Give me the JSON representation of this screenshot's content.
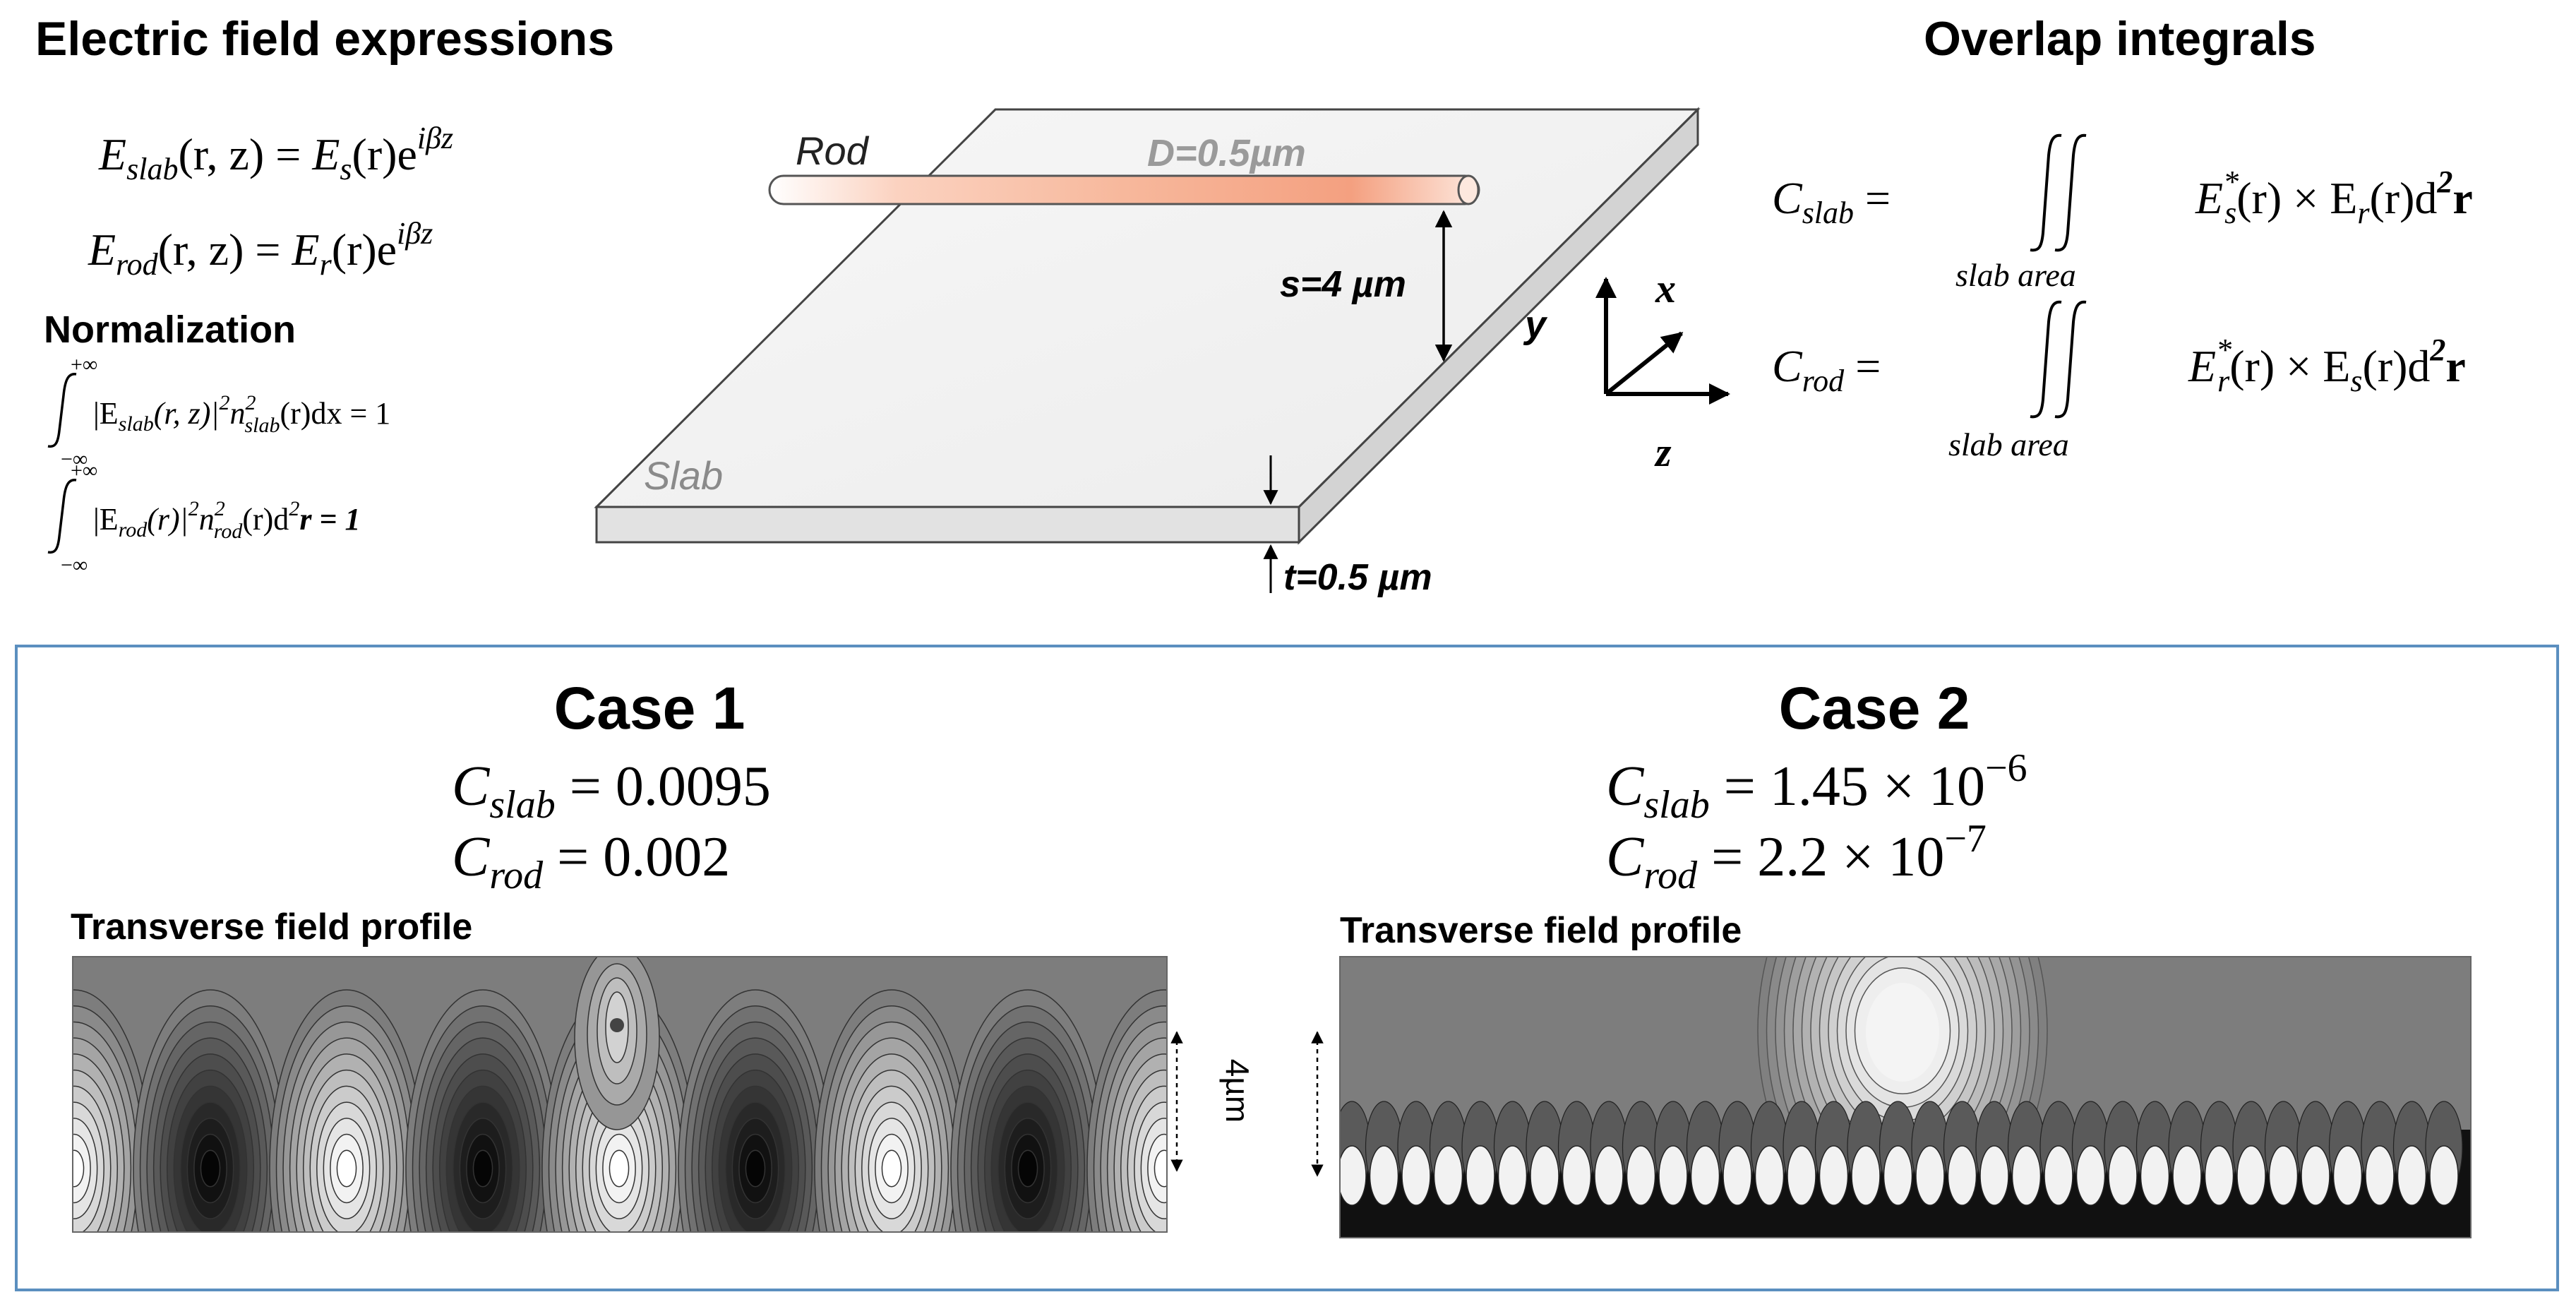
{
  "top_left": {
    "heading": "Electric field expressions",
    "eq_slab": {
      "E": "E",
      "sub": "slab",
      "args": "(r, z) = ",
      "Es": "E",
      "s_sub": "s",
      "r_part": "(r)e",
      "exp": "iβz"
    },
    "eq_rod": {
      "E": "E",
      "sub": "rod",
      "args": "(r, z) = ",
      "Er": "E",
      "r_sub": "r",
      "r_part": "(r)e",
      "exp": "iβz"
    },
    "normalization_heading": "Normalization",
    "norm1": {
      "upper": "+∞",
      "lower": "−∞",
      "body": "|E",
      "sub": "slab",
      "mid": "(r, z)|",
      "pow": "2",
      "n": "n",
      "nsup": "2",
      "nsub": "slab",
      "tail": "(r)dx = 1"
    },
    "norm2": {
      "upper": "+∞",
      "lower": "−∞",
      "body": "|E",
      "sub": "rod",
      "mid": "(r)|",
      "pow": "2",
      "n": "n",
      "nsup": "2",
      "nsub": "rod",
      "tail": "(r)d",
      "d2": "2",
      "tail2": "r = 1"
    }
  },
  "diagram": {
    "rod_label": "Rod",
    "rod_diameter": "D=0.5µm",
    "separation": "s=4 µm",
    "y_label": "y",
    "slab_label": "Slab",
    "thickness": "t=0.5 µm",
    "axis_x": "x",
    "axis_z": "z"
  },
  "top_right": {
    "heading": "Overlap integrals",
    "c_slab": {
      "C": "C",
      "sub": "slab",
      "eq": " =",
      "region": "slab area",
      "E1": "E",
      "E1sup": "*",
      "E1sub": "s",
      "mid": "(r) × E",
      "E2sub": "r",
      "tail": "(r)d",
      "d2": "2",
      "r": "r"
    },
    "c_rod": {
      "C": "C",
      "sub": "rod",
      "eq": " =",
      "region": "slab area",
      "E1": "E",
      "E1sup": "*",
      "E1sub": "r",
      "mid": "(r) × E",
      "E2sub": "s",
      "tail": "(r)d",
      "d2": "2",
      "r": "r"
    }
  },
  "case1": {
    "title": "Case 1",
    "c_slab": {
      "C": "C",
      "sub": "slab",
      "val": " = 0.0095"
    },
    "c_rod": {
      "C": "C",
      "sub": "rod",
      "val": " = 0.002"
    },
    "profile_label": "Transverse field profile",
    "scale_label": "4µm"
  },
  "case2": {
    "title": "Case 2",
    "c_slab": {
      "C": "C",
      "sub": "slab",
      "val": " = 1.45 × 10",
      "exp": "−6"
    },
    "c_rod": {
      "C": "C",
      "sub": "rod",
      "val": " = 2.2 × 10",
      "exp": "−7"
    },
    "profile_label": "Transverse field profile"
  },
  "colors": {
    "panel_border": "#5b8fbf",
    "slab_fill": "#f1f1f1",
    "rod_glow": "#f4a080",
    "field_bg": "#7d7d7d"
  }
}
